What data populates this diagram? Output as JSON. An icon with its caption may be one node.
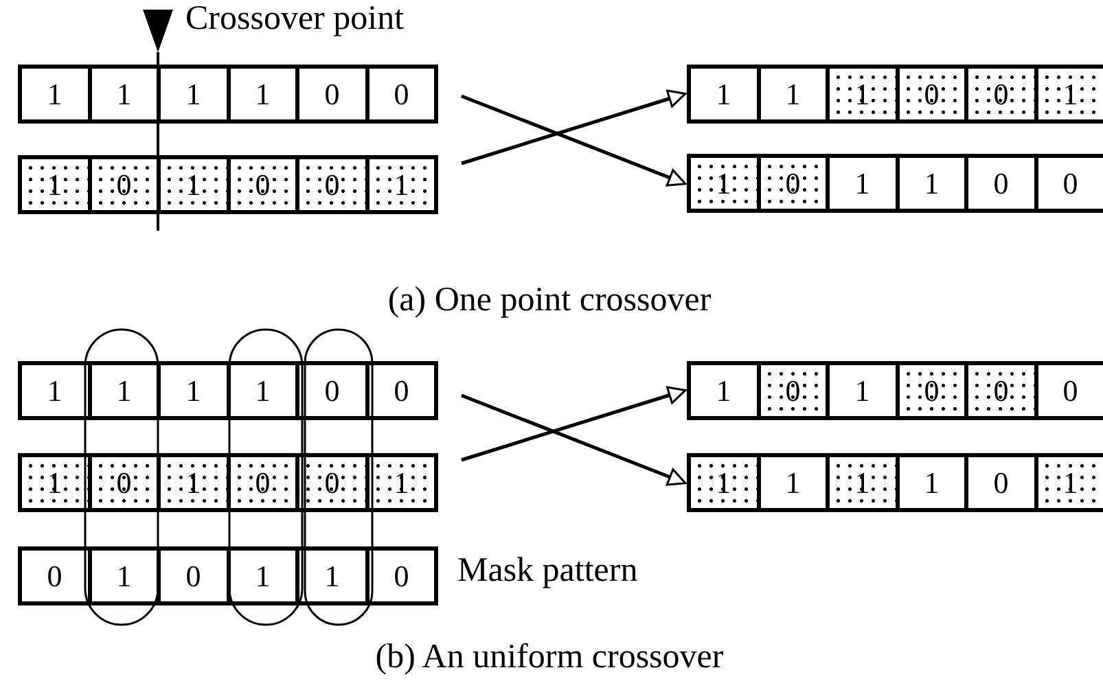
{
  "diagram": {
    "nodes": [
      {
        "text": [],
        "shape": "bar"
      },
      {
        "text": [
          "1"
        ],
        "in": 0
      },
      {
        "text": [
          "1"
        ],
        "in": 0
      },
      {
        "text": [
          "1"
        ],
        "in": 0
      },
      {
        "text": [
          "1"
        ],
        "in": 0
      },
      {
        "text": [
          "0"
        ],
        "in": 0
      },
      {
        "text": [
          "0"
        ],
        "in": 0
      },
      {
        "text": [],
        "shape": "bar"
      },
      {
        "text": [
          "1"
        ],
        "in": 7
      },
      {
        "text": [
          "1"
        ],
        "in": 7
      },
      {
        "text": [
          "1"
        ],
        "in": 7
      },
      {
        "text": [
          "0"
        ],
        "in": 7
      },
      {
        "text": [
          "0"
        ],
        "in": 7
      },
      {
        "text": [
          "1"
        ],
        "in": 7
      },
      {
        "text": [],
        "shape": "bar"
      },
      {
        "text": [
          "1"
        ],
        "in": 14
      },
      {
        "text": [
          "0"
        ],
        "in": 14
      },
      {
        "text": [
          "1"
        ],
        "in": 14
      },
      {
        "text": [
          "0"
        ],
        "in": 14
      },
      {
        "text": [
          "0"
        ],
        "in": 14
      },
      {
        "text": [
          "1"
        ],
        "in": 14
      },
      {
        "text": [],
        "shape": "bar"
      },
      {
        "text": [
          "1"
        ],
        "in": 21
      },
      {
        "text": [
          "0"
        ],
        "in": 21
      },
      {
        "text": [
          "1"
        ],
        "in": 21
      },
      {
        "text": [
          "1"
        ],
        "in": 21
      },
      {
        "text": [
          "0"
        ],
        "in": 21
      },
      {
        "text": [
          "0"
        ],
        "in": 21
      },
      {
        "text": [],
        "shape": "bar"
      },
      {
        "text": [
          "1"
        ],
        "in": 28
      },
      {
        "text": [
          "1"
        ],
        "in": 28
      },
      {
        "text": [
          "1"
        ],
        "in": 28
      },
      {
        "text": [
          "1"
        ],
        "in": 28
      },
      {
        "text": [
          "0"
        ],
        "in": 28
      },
      {
        "text": [
          "0"
        ],
        "in": 28
      },
      {
        "text": [],
        "shape": "bar"
      },
      {
        "text": [
          "1"
        ],
        "in": 35
      },
      {
        "text": [
          "0"
        ],
        "in": 35
      },
      {
        "text": [
          "1"
        ],
        "in": 35
      },
      {
        "text": [
          "0"
        ],
        "in": 35
      },
      {
        "text": [
          "0"
        ],
        "in": 35
      },
      {
        "text": [
          "0"
        ],
        "in": 35
      },
      {
        "text": [],
        "shape": "bar"
      },
      {
        "text": [
          "1"
        ],
        "in": 42
      },
      {
        "text": [
          "0"
        ],
        "in": 42
      },
      {
        "text": [
          "1"
        ],
        "in": 42
      },
      {
        "text": [
          "0"
        ],
        "in": 42
      },
      {
        "text": [
          "0"
        ],
        "in": 42
      },
      {
        "text": [
          "1"
        ],
        "in": 42
      },
      {
        "text": [],
        "shape": "bar"
      },
      {
        "text": [
          "1"
        ],
        "in": 49
      },
      {
        "text": [
          "1"
        ],
        "in": 49
      },
      {
        "text": [
          "1"
        ],
        "in": 49
      },
      {
        "text": [
          "1"
        ],
        "in": 49
      },
      {
        "text": [
          "0"
        ],
        "in": 49
      },
      {
        "text": [
          "1"
        ],
        "in": 49
      },
      {
        "text": [],
        "shape": "bar"
      },
      {
        "text": [
          "0"
        ],
        "in": 56
      },
      {
        "text": [
          "1"
        ],
        "in": 56
      },
      {
        "text": [
          "0"
        ],
        "in": 56
      },
      {
        "text": [
          "1"
        ],
        "in": 56
      },
      {
        "text": [
          "1"
        ],
        "in": 56
      },
      {
        "text": [
          "0"
        ],
        "in": 56
      }
    ],
    "edges": [
      {
        "from": null,
        "to": 7,
        "arrow": "to"
      },
      {
        "from": null,
        "to": 21,
        "arrow": "to"
      },
      {
        "from": null,
        "to": 35,
        "arrow": "to"
      },
      {
        "from": null,
        "to": 49,
        "arrow": "to"
      }
    ],
    "labels": [
      "Crossover point",
      "(a) One point crossover",
      "Mask pattern",
      "(b) An uniform crossover"
    ]
  }
}
